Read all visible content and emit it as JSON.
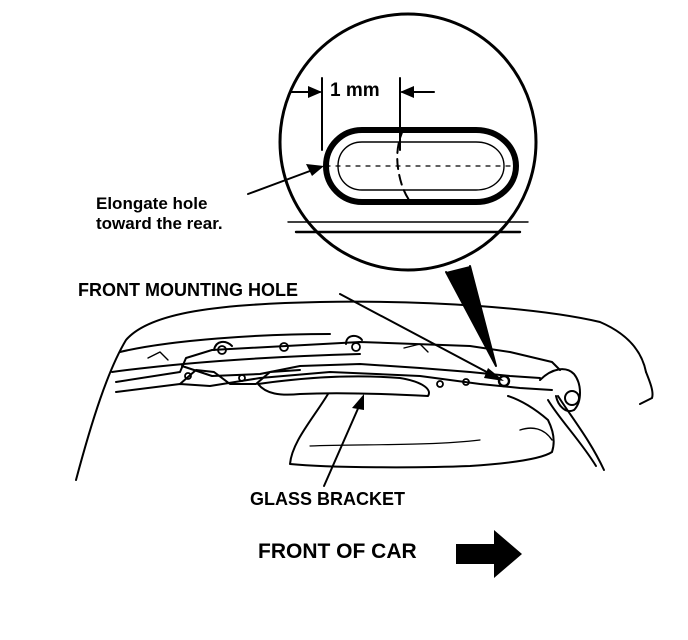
{
  "labels": {
    "dimension": "1 mm",
    "elongate_line1": "Elongate hole",
    "elongate_line2": "toward the rear.",
    "front_mounting_hole": "FRONT MOUNTING HOLE",
    "glass_bracket": "GLASS BRACKET",
    "front_of_car": "FRONT OF CAR"
  },
  "colors": {
    "ink": "#000000",
    "paper": "#ffffff"
  },
  "icons": {
    "direction_arrow": "right-arrow-icon"
  }
}
